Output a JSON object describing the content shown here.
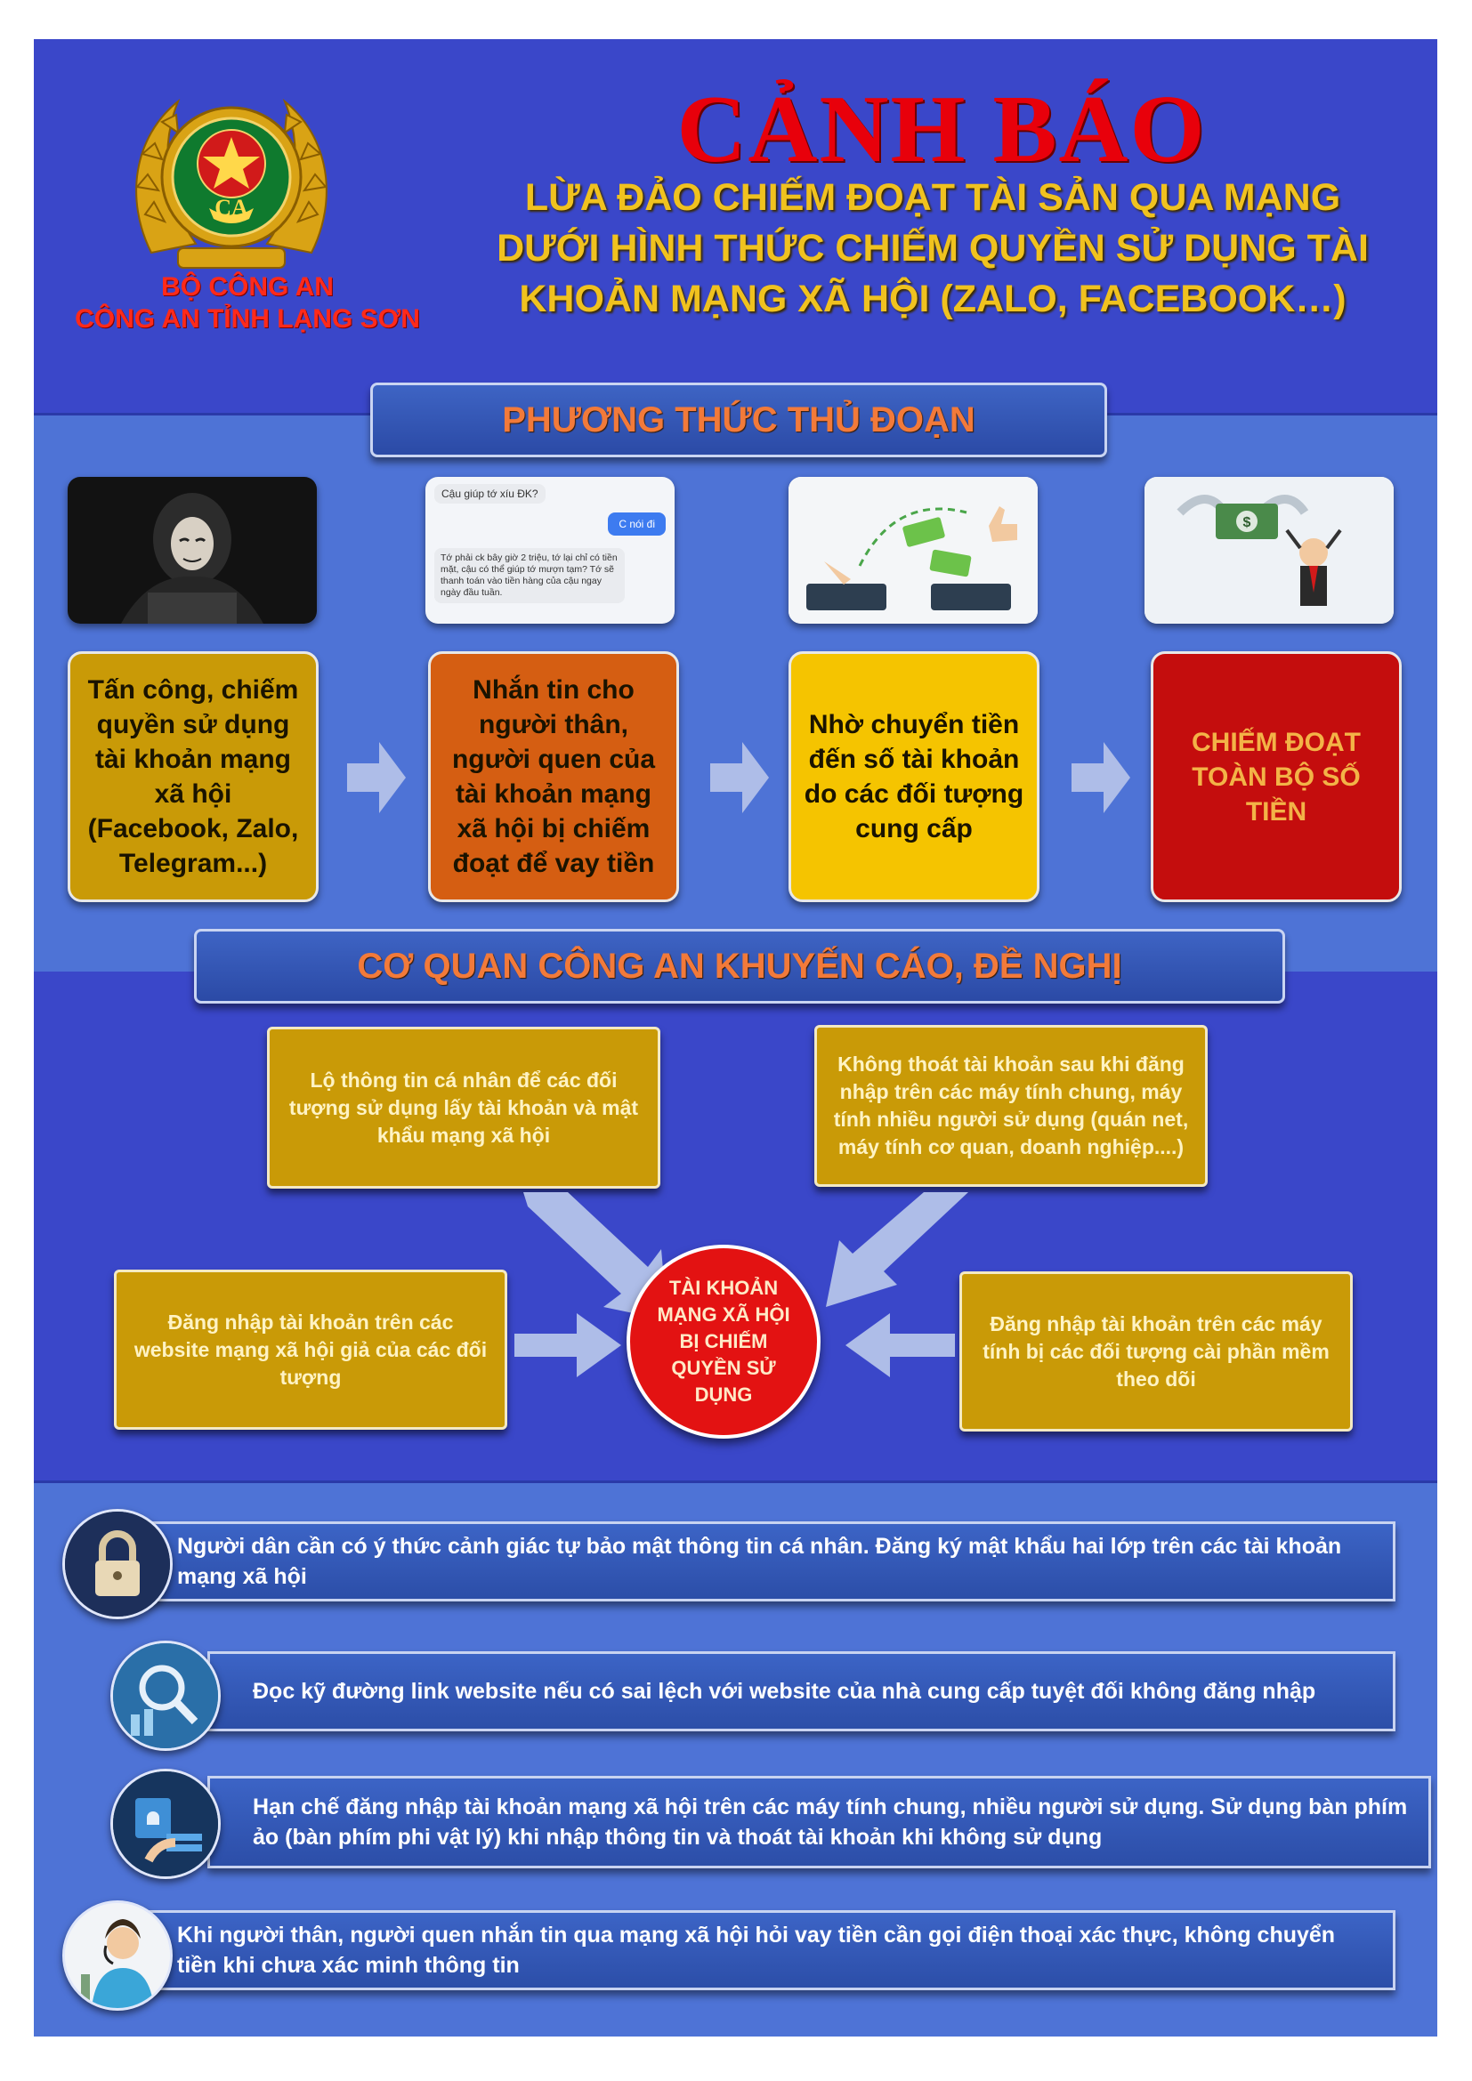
{
  "org": {
    "line1": "BỘ CÔNG AN",
    "line2": "CÔNG AN TỈNH LẠNG SƠN"
  },
  "header": {
    "title": "CẢNH BÁO",
    "subtitle_line1": "LỪA ĐẢO CHIẾM ĐOẠT TÀI SẢN QUA MẠNG",
    "subtitle_line2": "DƯỚI HÌNH THỨC CHIẾM QUYỀN SỬ DỤNG TÀI",
    "subtitle_line3": "KHOẢN MẠNG XÃ HỘI (ZALO, FACEBOOK…)"
  },
  "section1": {
    "heading": "PHƯƠNG THỨC THỦ ĐOẠN",
    "chat": {
      "msg1": "Cậu giúp tớ xíu ĐK?",
      "reply": "C nói đi",
      "msg2": "Tớ phải ck bây giờ 2 triệu, tớ lại chỉ có tiền mặt, cậu có thể giúp tớ mượn tạm? Tớ sẽ thanh toán vào tiền hàng của cậu ngay ngày đầu tuần."
    },
    "steps": [
      {
        "text": "Tấn công, chiếm quyền sử dụng tài khoản mạng xã hội (Facebook, Zalo, Telegram...)",
        "color": "#c99a07"
      },
      {
        "text": "Nhắn tin cho người thân, người quen của tài khoản mạng xã hội bị chiếm đoạt để vay tiền",
        "color": "#d55e12"
      },
      {
        "text": "Nhờ chuyển tiền đến số tài khoản do các đối tượng cung cấp",
        "color": "#f5c400"
      },
      {
        "text": "CHIẾM ĐOẠT TOÀN BỘ SỐ TIỀN",
        "color": "#c40d0d"
      }
    ]
  },
  "section2": {
    "heading": "CƠ QUAN CÔNG AN KHUYẾN CÁO, ĐỀ NGHỊ",
    "center": "TÀI KHOẢN MẠNG XÃ HỘI BỊ CHIẾM QUYỀN SỬ DỤNG",
    "top_left": "Lộ thông tin cá nhân để các đối tượng sử dụng lấy tài khoản và mật khẩu mạng xã hội",
    "top_right": "Không thoát tài khoản sau khi đăng nhập trên các máy tính chung, máy tính nhiều người sử dụng (quán net, máy tính cơ quan, doanh nghiệp....)",
    "left": "Đăng nhập tài khoản trên các website mạng xã hội giả của các đối tượng",
    "right": "Đăng nhập tài khoản trên các máy tính bị các đối tượng cài phần mềm theo dõi"
  },
  "advice": [
    {
      "icon": "padlock-icon",
      "text": "Người dân cần có ý thức cảnh giác tự bảo mật thông tin cá nhân. Đăng ký mật khẩu hai lớp trên các tài khoản mạng xã hội"
    },
    {
      "icon": "magnifier-icon",
      "text": "Đọc kỹ đường link website nếu có sai lệch với website của nhà cung cấp tuyệt đối không đăng nhập"
    },
    {
      "icon": "keyboard-icon",
      "text": "Hạn chế đăng nhập tài khoản mạng xã hội trên các máy tính chung, nhiều người sử dụng. Sử dụng bàn phím ảo (bàn phím phi vật lý) khi nhập thông tin và thoát tài khoản khi không sử dụng"
    },
    {
      "icon": "phone-call-icon",
      "text": "Khi người thân, người quen nhắn tin qua mạng xã hội hỏi vay tiền cần gọi điện thoại xác thực, không chuyển tiền khi chưa xác minh thông tin"
    }
  ],
  "colors": {
    "background": "#3a47c9",
    "band": "#4e73d6",
    "title_red": "#e8000b",
    "subtitle_gold": "#f0c21f",
    "box_gold": "#c99a07",
    "heading_orange": "#f27a3a"
  }
}
